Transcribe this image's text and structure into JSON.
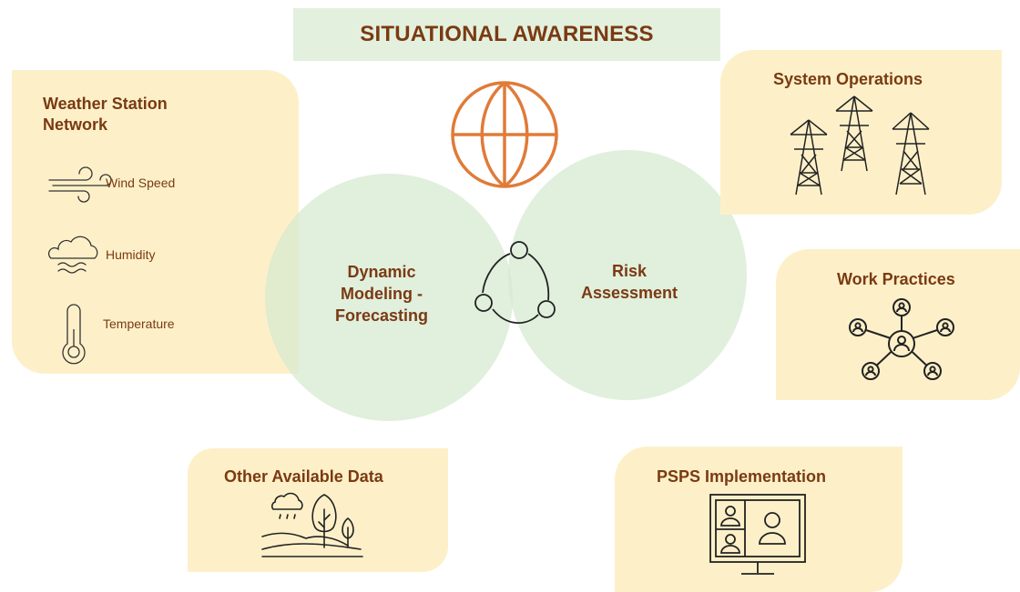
{
  "title": "SITUATIONAL AWARENESS",
  "weather_station": {
    "heading_line1": "Weather Station",
    "heading_line2": "Network",
    "items": [
      {
        "label": "Wind Speed",
        "icon": "wind-icon"
      },
      {
        "label": "Humidity",
        "icon": "cloud-humidity-icon"
      },
      {
        "label": "Temperature",
        "icon": "thermometer-icon"
      }
    ]
  },
  "center": {
    "left_circle": {
      "line1": "Dynamic",
      "line2": "Modeling -",
      "line3": "Forecasting"
    },
    "right_circle": {
      "line1": "Risk",
      "line2": "Assessment"
    },
    "top_icon": "globe-icon",
    "cycle_icon": "cycle-icon"
  },
  "system_operations": {
    "heading": "System Operations",
    "icon": "transmission-towers-icon"
  },
  "work_practices": {
    "heading": "Work Practices",
    "icon": "people-network-icon"
  },
  "other_data": {
    "heading": "Other Available Data",
    "icon": "landscape-weather-icon"
  },
  "psps": {
    "heading": "PSPS Implementation",
    "icon": "video-conference-monitor-icon"
  },
  "colors": {
    "text": "#7a3a12",
    "panel": "#fdf0c9",
    "green": "#e3f0de",
    "globe": "#e07b39"
  }
}
